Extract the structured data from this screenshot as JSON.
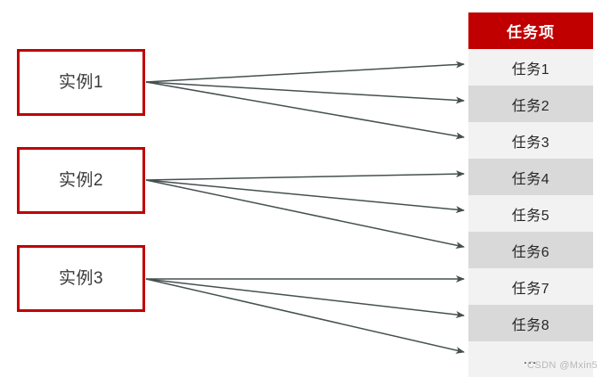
{
  "diagram": {
    "instances": [
      {
        "id": "instance-1",
        "label": "实例1"
      },
      {
        "id": "instance-2",
        "label": "实例2"
      },
      {
        "id": "instance-3",
        "label": "实例3"
      }
    ],
    "task_table": {
      "header": "任务项",
      "rows": [
        {
          "label": "任务1"
        },
        {
          "label": "任务2"
        },
        {
          "label": "任务3"
        },
        {
          "label": "任务4"
        },
        {
          "label": "任务5"
        },
        {
          "label": "任务6"
        },
        {
          "label": "任务7"
        },
        {
          "label": "任务8"
        },
        {
          "label": "…"
        }
      ]
    },
    "connections": [
      {
        "from": "实例1",
        "to": "任务1"
      },
      {
        "from": "实例1",
        "to": "任务2"
      },
      {
        "from": "实例1",
        "to": "任务3"
      },
      {
        "from": "实例2",
        "to": "任务4"
      },
      {
        "from": "实例2",
        "to": "任务5"
      },
      {
        "from": "实例2",
        "to": "任务6"
      },
      {
        "from": "实例3",
        "to": "任务7"
      },
      {
        "from": "实例3",
        "to": "任务8"
      },
      {
        "from": "实例3",
        "to": "…"
      }
    ],
    "colors": {
      "box_border": "#C00000",
      "header_background": "#C00000",
      "header_text": "#FFFFFF",
      "row_odd": "#F2F2F2",
      "row_even": "#D9D9D9",
      "arrow": "#44504F",
      "text": "#3A3A3A"
    }
  },
  "watermark": {
    "text": "CSDN @Mxin5"
  }
}
